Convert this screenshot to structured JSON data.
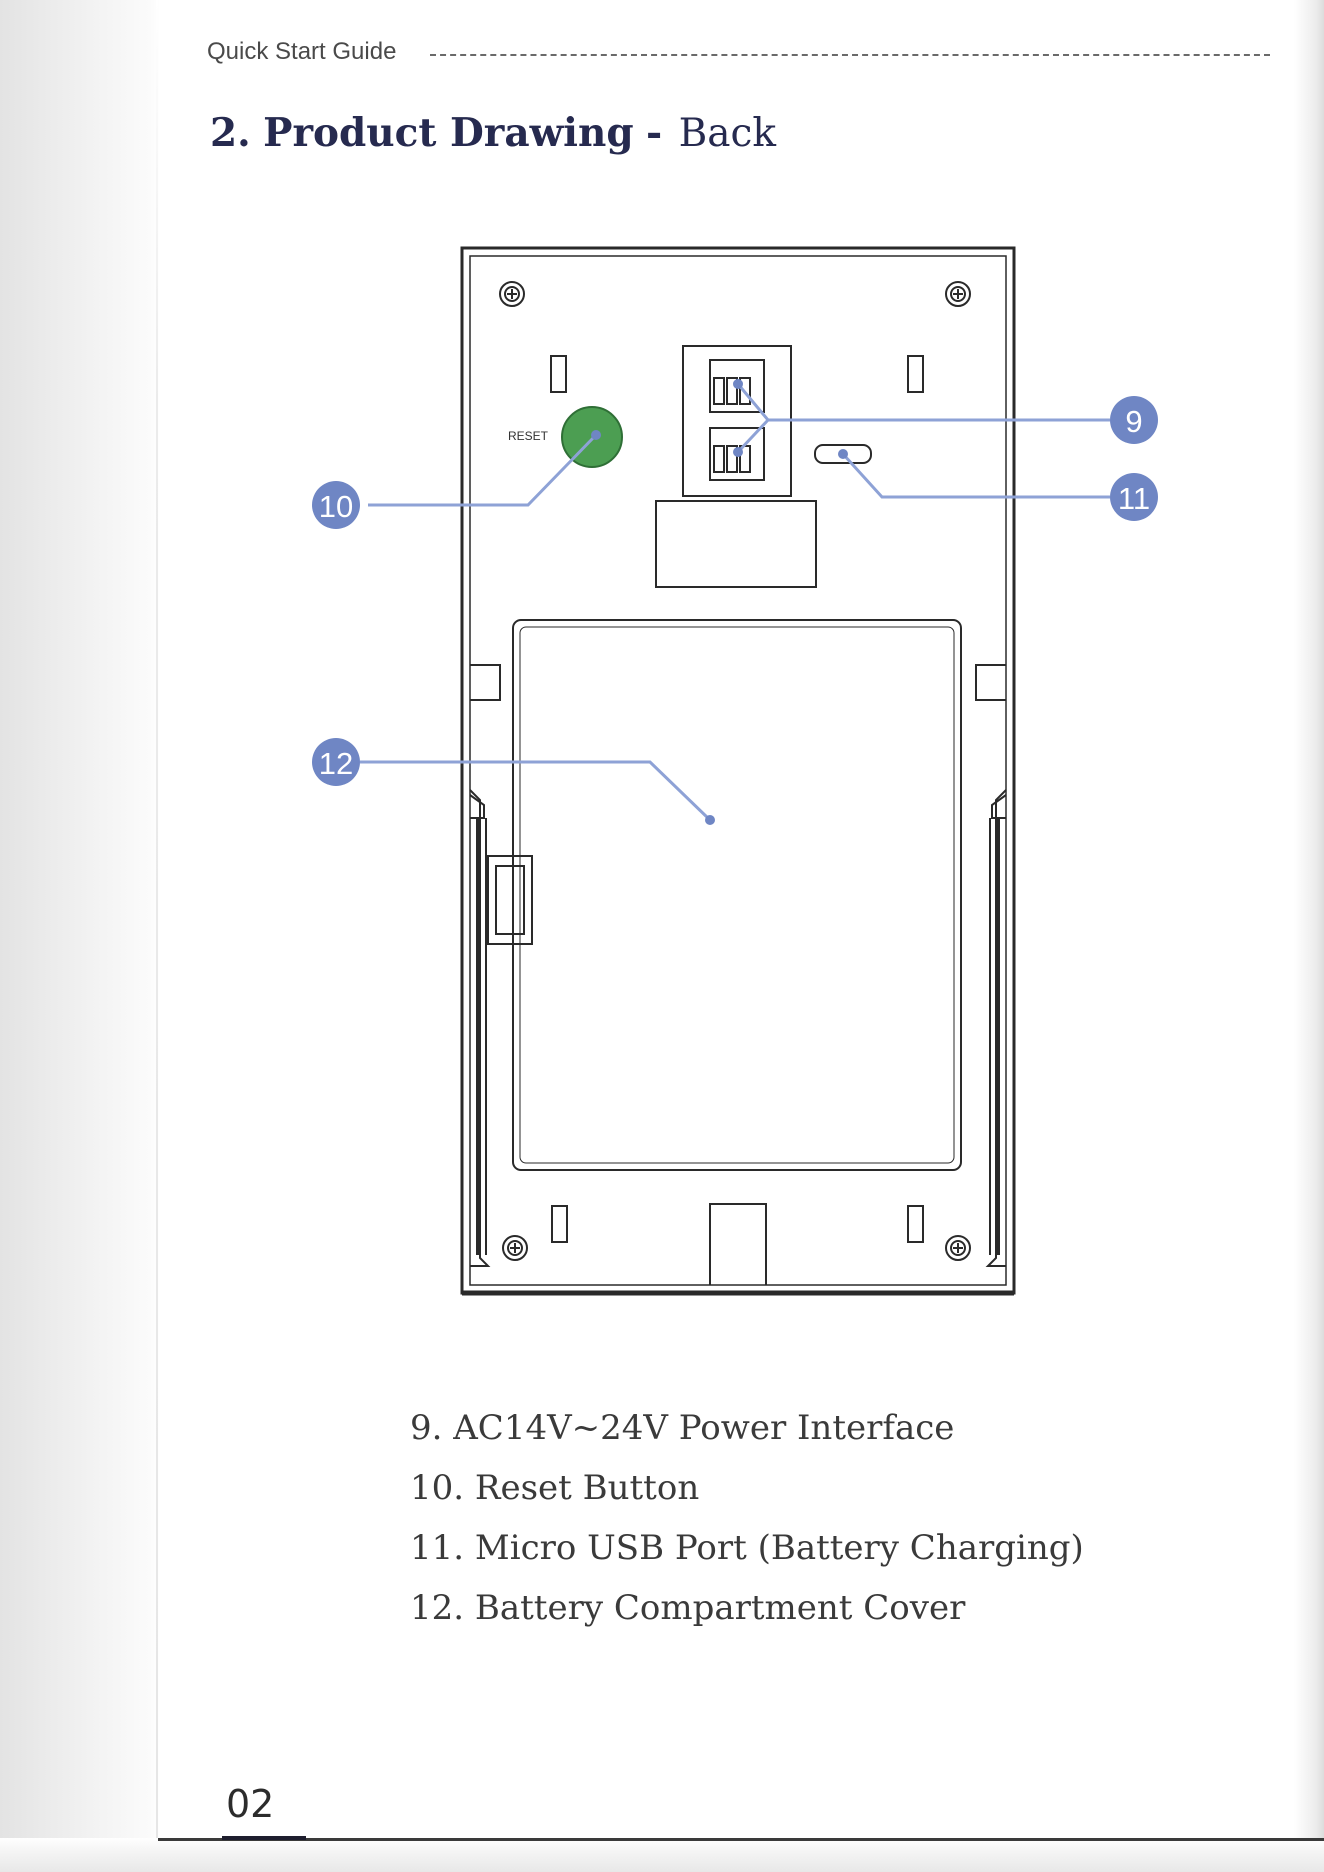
{
  "header": {
    "text": "Quick Start Guide"
  },
  "title": {
    "number": "2.",
    "main": "Product Drawing",
    "separator": "-",
    "sub": "Back"
  },
  "drawing": {
    "reset_label": "RESET",
    "callouts": {
      "nine": "9",
      "ten": "10",
      "eleven": "11",
      "twelve": "12"
    },
    "colors": {
      "callout_fill": "#6f86c4",
      "callout_line": "#8ea2d6",
      "reset_button": "#4c9e52",
      "outline": "#2a2a2a"
    }
  },
  "legend": [
    "9. AC14V~24V Power Interface",
    "10. Reset Button",
    "11. Micro USB Port (Battery Charging)",
    "12. Battery Compartment Cover"
  ],
  "page_number": "02"
}
